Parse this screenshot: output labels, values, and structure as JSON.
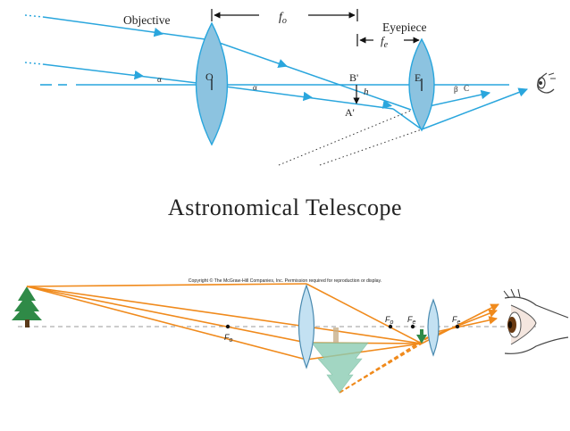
{
  "top_diagram": {
    "objective_label": "Objective",
    "eyepiece_label": "Eyepiece",
    "fo_label": "f",
    "fo_sub": "o",
    "fe_label": "f",
    "fe_sub": "e",
    "lens_o": "O",
    "lens_e": "E",
    "point_b": "B'",
    "point_a": "A'",
    "height_h": "h",
    "angle_alpha_1": "α",
    "angle_alpha_2": "α",
    "angle_beta": "β",
    "angle_c": "C"
  },
  "title": "Astronomical Telescope",
  "bottom_diagram": {
    "copyright": "Copyright © The McGraw-Hill Companies, Inc. Permission required for reproduction or display.",
    "fo_left_label": "F",
    "fo_left_sub": "o",
    "fo_right_label": "F",
    "fo_right_sub": "o",
    "fe_left_label": "F",
    "fe_left_sub": "e",
    "fe_right_label": "F",
    "fe_right_sub": "e"
  },
  "colors": {
    "blue_ray": "#2aa6dd",
    "lens_fill": "#8cc3e0",
    "orange_ray": "#f08a1c",
    "tree_green": "#2f8a47",
    "image_tree": "#8ccdb4"
  }
}
